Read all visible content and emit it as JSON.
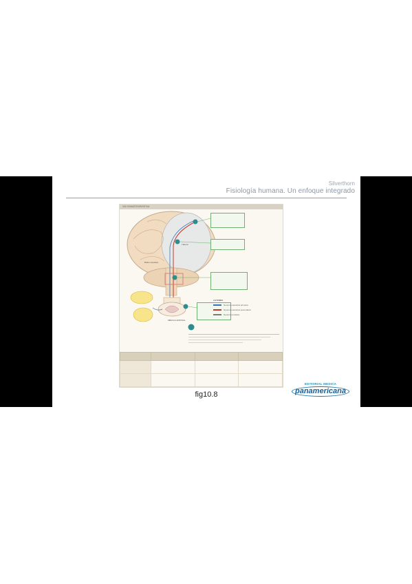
{
  "slide": {
    "author": "Silverthorn",
    "book_title": "Fisiología humana. Un enfoque integrado",
    "caption": "fig10.8"
  },
  "figure": {
    "header": "VÍA SOMATOSENSITIVA",
    "labels": {
      "tálamo": "Tálamo",
      "bulbo": "Bulbo raquídeo",
      "medula": "MÉDULA ESPINAL"
    },
    "legend_title": "LEYENDA",
    "legend_items": [
      "Neurona sensitiva primaria",
      "Neurona sensitiva secundaria",
      "Neurona terciaria"
    ],
    "legend_colors": [
      "#3a73b5",
      "#c0392b",
      "#7a7a7a"
    ]
  },
  "logo": {
    "top_text": "EDITORIAL MEDICA",
    "main_text": "panamericana",
    "color": "#1b5f96"
  }
}
